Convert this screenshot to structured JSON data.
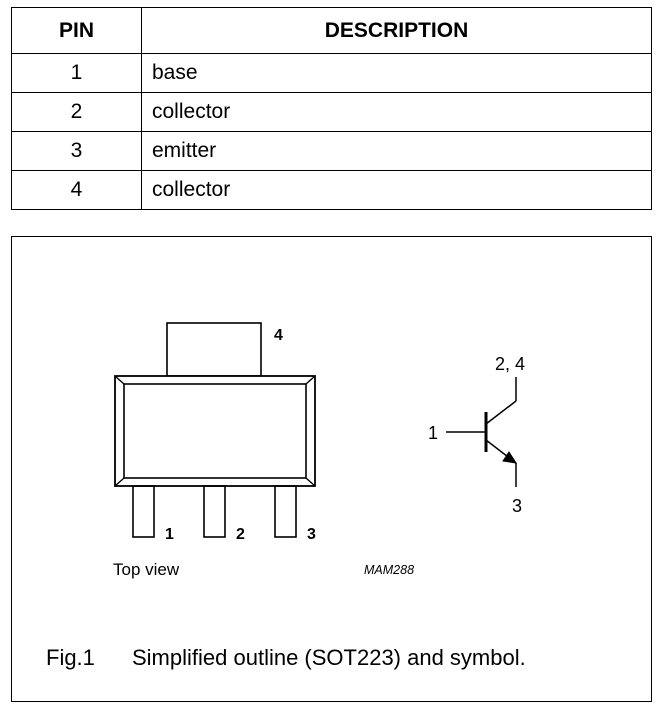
{
  "pin_table": {
    "headers": {
      "pin": "PIN",
      "description": "DESCRIPTION"
    },
    "rows": [
      {
        "pin": "1",
        "description": "base"
      },
      {
        "pin": "2",
        "description": "collector"
      },
      {
        "pin": "3",
        "description": "emitter"
      },
      {
        "pin": "4",
        "description": "collector"
      }
    ]
  },
  "figure": {
    "outline": {
      "tab_pin_label": "4",
      "lead_labels": [
        "1",
        "2",
        "3"
      ],
      "view_label": "Top view"
    },
    "symbol": {
      "collector_label": "2, 4",
      "base_label": "1",
      "emitter_label": "3"
    },
    "drawing_code": "MAM288",
    "caption": {
      "number": "Fig.1",
      "text": "Simplified outline (SOT223) and symbol."
    }
  }
}
